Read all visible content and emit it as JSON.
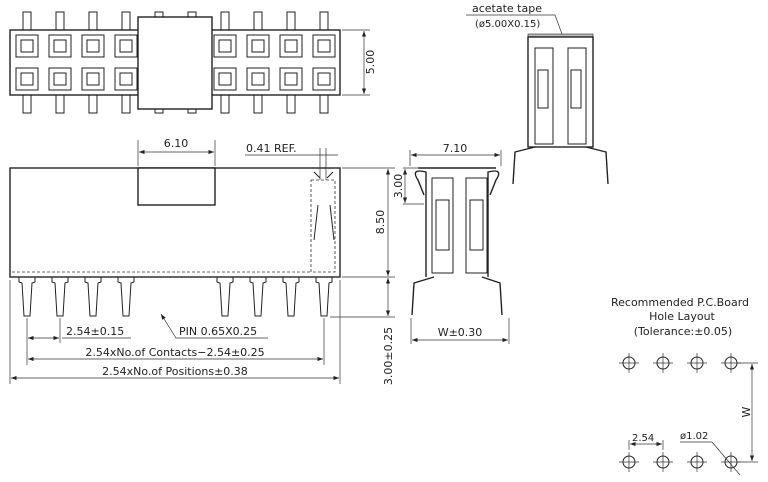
{
  "top_view": {
    "height_dim": "5.00"
  },
  "front_view": {
    "window_dim": "6.10",
    "ref_dim": "0.41 REF.",
    "height_dim": "8.50",
    "pin_length_dim": "3.00±0.25",
    "pitch_dim": "2.54±0.15",
    "pin_callout": "PIN 0.65X0.25",
    "contacts_dim": "2.54xNo.of Contacts−2.54±0.25",
    "positions_dim": "2.54xNo.of Positions±0.38"
  },
  "side_view": {
    "width_dim": "7.10",
    "cap_dim": "3.00",
    "row_dim": "W±0.30"
  },
  "tape_view": {
    "label": "acetate tape",
    "spec": "(ø5.00X0.15)"
  },
  "pcb_layout": {
    "title_line1": "Recommended P.C.Board",
    "title_line2": "Hole Layout",
    "tolerance": "(Tolerance:±0.05)",
    "pitch_dim": "2.54",
    "hole_dim": "ø1.02",
    "row_dim": "W"
  }
}
